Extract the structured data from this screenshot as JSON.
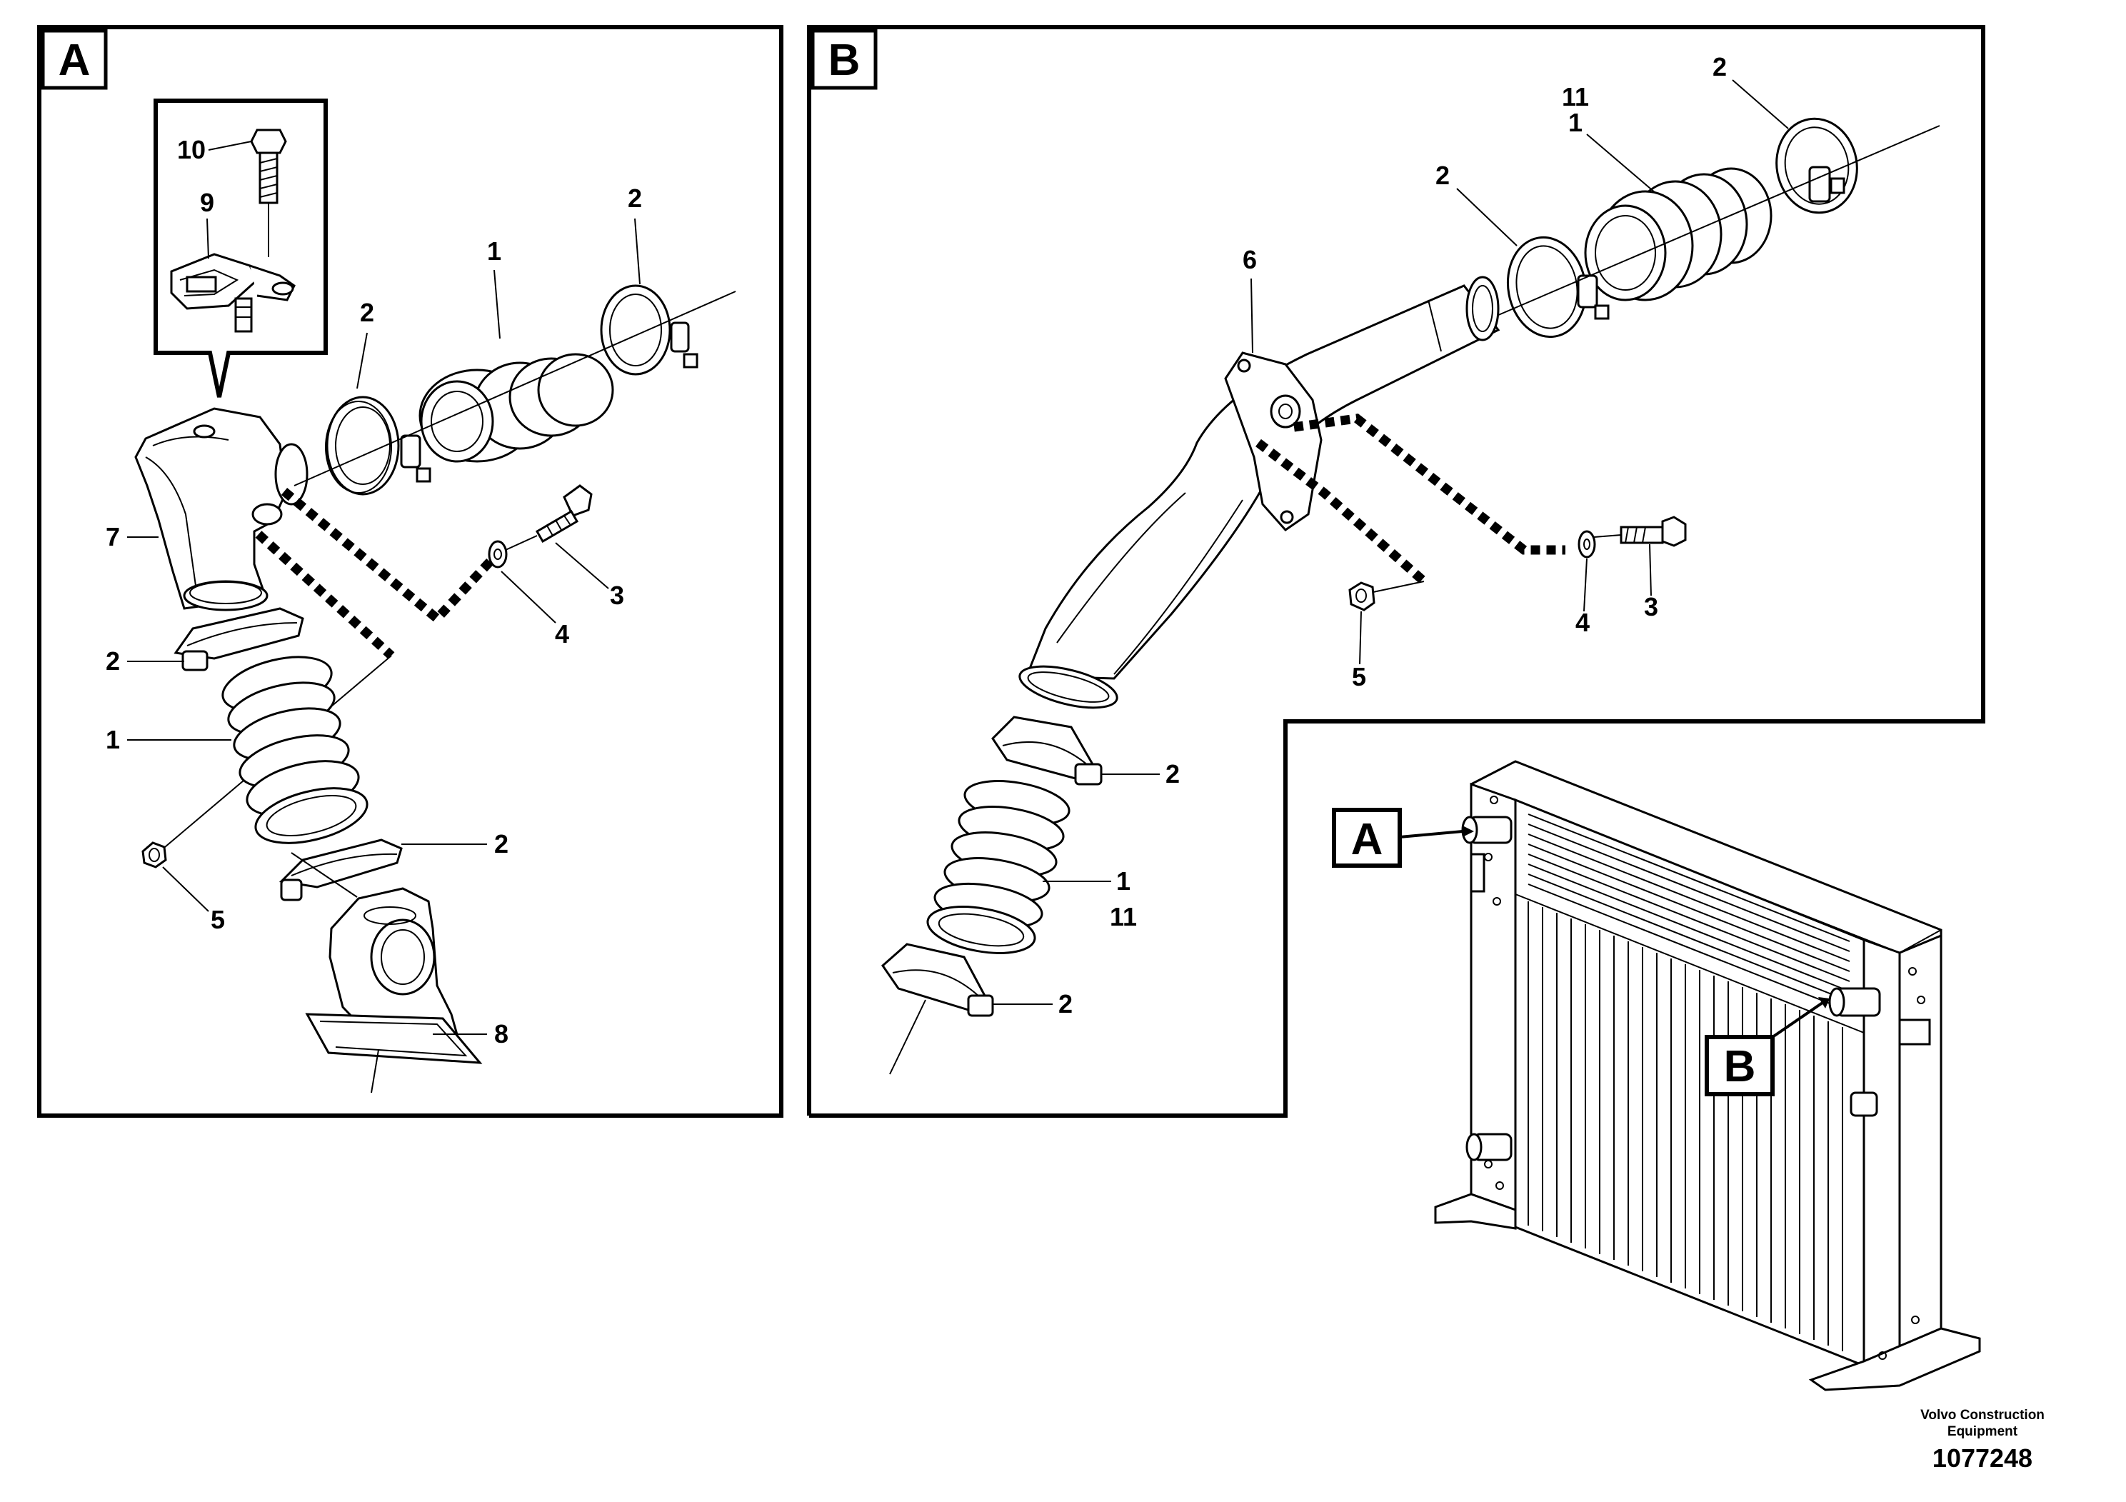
{
  "panels": {
    "a": {
      "tag": "A"
    },
    "b": {
      "tag": "B"
    },
    "overview": {
      "tag_a": "A",
      "tag_b": "B"
    }
  },
  "callouts_a": {
    "c10": "10",
    "c9": "9",
    "c2_top_left": "2",
    "c1_top": "1",
    "c2_top_right": "2",
    "c7": "7",
    "c3": "3",
    "c4": "4",
    "c2_mid": "2",
    "c1_mid": "1",
    "c2_low": "2",
    "c5": "5",
    "c8": "8"
  },
  "callouts_b": {
    "c2_top": "2",
    "c11_top": "11",
    "c1_top": "1",
    "c2_left": "2",
    "c6": "6",
    "c4": "4",
    "c3": "3",
    "c5": "5",
    "c2_mid": "2",
    "c1_low": "1",
    "c11_low": "11",
    "c2_low": "2"
  },
  "credit": {
    "company_line1": "Volvo Construction",
    "company_line2": "Equipment",
    "doc_number": "1077248"
  }
}
